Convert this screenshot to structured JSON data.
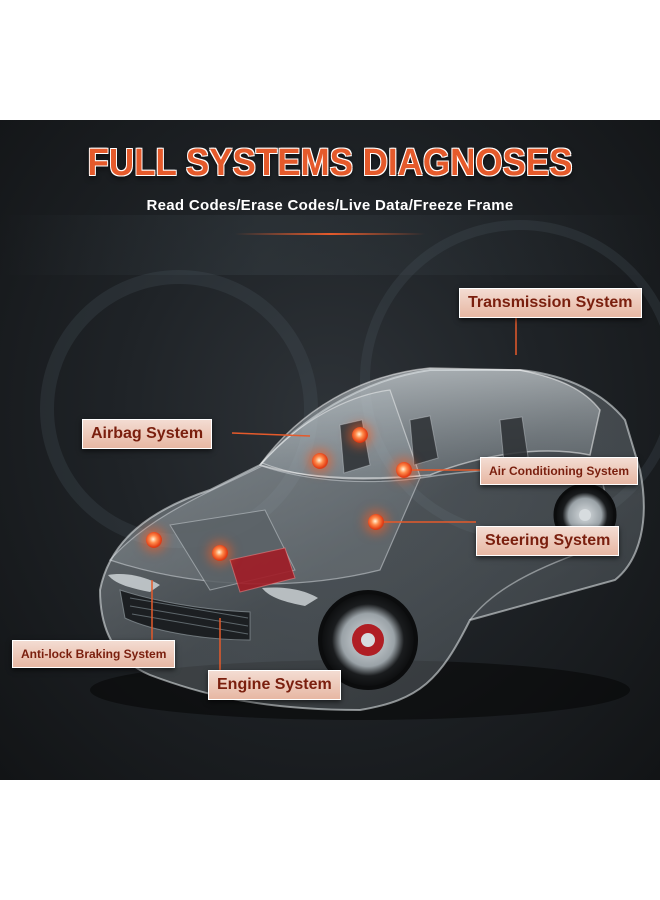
{
  "banner": {
    "headline": "FULL SYSTEMS DIAGNOSES",
    "subline": "Read Codes/Erase Codes/Live Data/Freeze Frame"
  },
  "labels": {
    "transmission": "Transmission System",
    "airbag": "Airbag System",
    "air_conditioning": "Air Conditioning System",
    "steering": "Steering System",
    "abs": "Anti-lock Braking System",
    "engine": "Engine System"
  },
  "colors": {
    "accent": "#e55a2b",
    "label_text": "#7a1f0e",
    "label_bg": "#edc9b9",
    "background": "#1f2327"
  },
  "image": {
    "subject": "car-xray-illustration"
  }
}
